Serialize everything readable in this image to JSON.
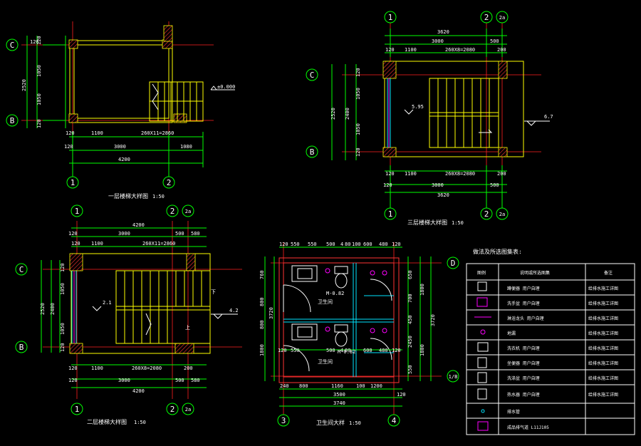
{
  "axes": {
    "p1": {
      "C": "C",
      "B": "B",
      "a1": "1",
      "a2": "2"
    },
    "p2": {
      "C": "C",
      "B": "B",
      "a1": "1",
      "a2": "2",
      "a2a": "2a"
    },
    "p3": {
      "C": "C",
      "B": "B",
      "a1": "1",
      "a2": "2",
      "a2a": "2a"
    },
    "p4": {
      "D": "D",
      "1/B": "1/B",
      "a3": "3",
      "a4": "4"
    }
  },
  "plan1": {
    "title": "一层楼梯大样图",
    "scale": "1:50",
    "top_120": "120",
    "elev": "±0.000",
    "left_dims": [
      "120",
      "1050",
      "1050",
      "120"
    ],
    "left_total": "2520",
    "bot_row1": [
      "120",
      "1100",
      "260X11=2860"
    ],
    "bot_row2": [
      "120",
      "3000",
      "1080"
    ],
    "bot_total": "4200"
  },
  "plan2": {
    "title": "三层楼梯大样图",
    "scale": "1:50",
    "top_total": "3620",
    "top_row2": [
      "3000",
      "500"
    ],
    "top_row3": [
      "120",
      "1100",
      "260X8=2080",
      "200"
    ],
    "elev1": "5.95",
    "elev2": "6.7",
    "left_dims": [
      "120",
      "1050",
      "1050",
      "120"
    ],
    "left_mid": "2400",
    "left_total": "2520",
    "bot_row1": [
      "120",
      "1100",
      "260X8=2080",
      "200"
    ],
    "bot_row2": [
      "120",
      "3000",
      "500"
    ],
    "bot_total": "3620"
  },
  "plan3": {
    "title": "二层楼梯大样图",
    "scale": "1:50",
    "top_total": "4200",
    "top_row2": [
      "120",
      "3000",
      "500",
      "580"
    ],
    "top_row3": [
      "120",
      "1100",
      "260X11=2860"
    ],
    "elev1": "2.1",
    "elev2": "4.2",
    "down": "下",
    "up": "上",
    "left_dims": [
      "120",
      "1050",
      "1050",
      "120"
    ],
    "left_mid": "2400",
    "left_total": "2520",
    "bot_row1": [
      "120",
      "1100",
      "260X8=2080",
      "200"
    ],
    "bot_row2": [
      "120",
      "3000",
      "500",
      "580"
    ],
    "bot_total": "4200"
  },
  "plan4": {
    "title": "卫生间大样",
    "scale": "1:50",
    "top_row": [
      "120",
      "550",
      "550",
      "500",
      "4",
      "80",
      "100",
      "600",
      "480",
      "120"
    ],
    "room1": "卫生间",
    "room2": "卫生间",
    "door1": "M-0.82",
    "door2": "M-0.82",
    "left_dims": [
      "760",
      "800",
      "800",
      "1800"
    ],
    "left_total": "3720",
    "right_dims": [
      "650",
      "700",
      "450",
      "2450",
      "550"
    ],
    "right_total": "3720",
    "right_mid": [
      "1800",
      "1800"
    ],
    "mid_row": [
      "120",
      "550",
      "500",
      "4",
      "80",
      "600",
      "480",
      "120"
    ],
    "bot_row1": [
      "240",
      "800",
      "1160",
      "100",
      "1200"
    ],
    "bot_row2": "3500",
    "bot_total": "3740",
    "bot_120": "120"
  },
  "legend": {
    "heading": "做法及所选图集表:",
    "col_headers": [
      "图例",
      "说明或所选图集",
      "备注"
    ],
    "rows": [
      {
        "desc": "蹲便器 用户自理",
        "note": "给排水施工详图"
      },
      {
        "desc": "洗手盆 用户自理",
        "note": "给排水施工详图"
      },
      {
        "desc": "淋浴龙头 用户自理",
        "note": "给排水施工详图"
      },
      {
        "desc": "地漏",
        "note": "给排水施工详图"
      },
      {
        "desc": "洗衣机 用户自理",
        "note": "给排水施工详图"
      },
      {
        "desc": "坐便器 用户自理",
        "note": "给排水施工详图"
      },
      {
        "desc": "洗涤盆 用户自理",
        "note": "给排水施工详图"
      },
      {
        "desc": "热水器 用户自理",
        "note": "给排水施工详图"
      },
      {
        "desc": "排水管",
        "note": ""
      },
      {
        "desc": "成品排气道 L11J105",
        "note": ""
      }
    ]
  }
}
